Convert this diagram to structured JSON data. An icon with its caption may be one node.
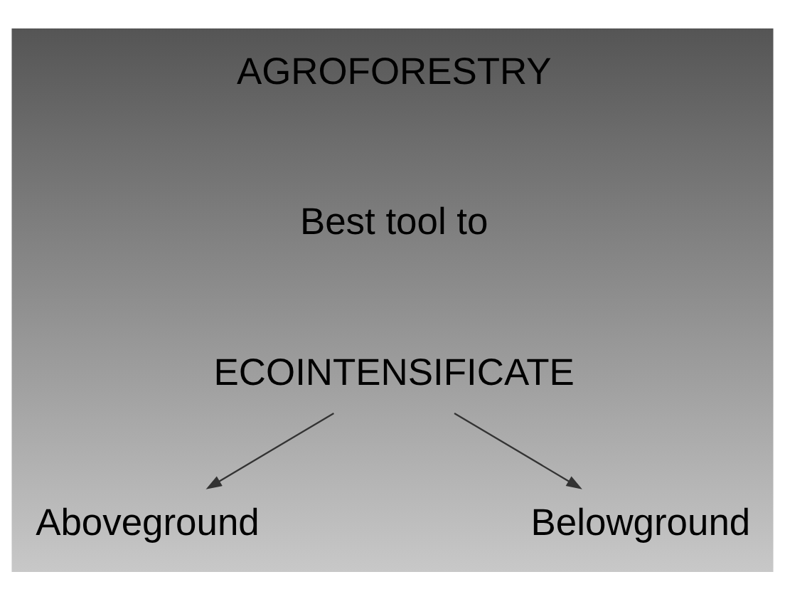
{
  "diagram": {
    "nodes": [
      {
        "text": [
          "ECOINTENSIFICATE"
        ]
      },
      {
        "text": [
          "Aboveground"
        ]
      },
      {
        "text": [
          "Belowground"
        ]
      }
    ],
    "edges": [
      {
        "from": 0,
        "to": 1,
        "arrow": "to"
      },
      {
        "from": 0,
        "to": 2,
        "arrow": "to"
      }
    ],
    "labels": [
      "AGROFORESTRY",
      "Best tool to"
    ]
  }
}
